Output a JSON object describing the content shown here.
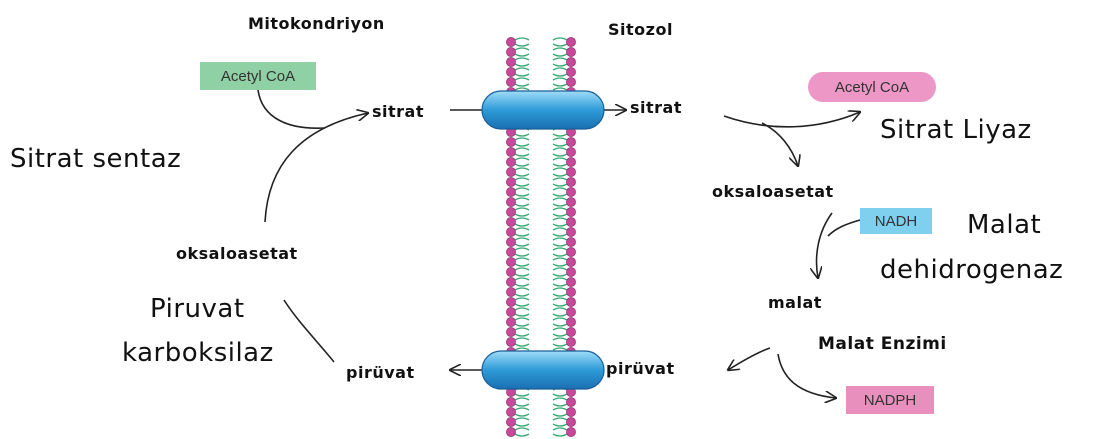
{
  "compartments": {
    "mitochondrion": "Mitokondriyon",
    "cytosol": "Sitozol"
  },
  "metabolites": {
    "citrate_mito": "sitrat",
    "citrate_cyto": "sitrat",
    "oxaloacetate_mito": "oksaloasetat",
    "oxaloacetate_cyto": "oksaloasetat",
    "malate": "malat",
    "pyruvate_mito": "pirüvat",
    "pyruvate_cyto": "pirüvat"
  },
  "cofactors": {
    "acetyl_coa_mito": "Acetyl CoA",
    "acetyl_coa_cyto": "Acetyl CoA",
    "nadh": "NADH",
    "nadph": "NADPH"
  },
  "enzymes": {
    "citrate_synthase": "Sitrat sentaz",
    "citrate_lyase": "Sitrat Liyaz",
    "malate_dehydrogenase_line1": "Malat",
    "malate_dehydrogenase_line2": "dehidrogenaz",
    "malic_enzyme": "Malat Enzimi",
    "pyruvate_carboxylase_line1": "Piruvat",
    "pyruvate_carboxylase_line2": "karboksilaz"
  },
  "colors": {
    "acetyl_coa_mito_bg": "#8fd0a4",
    "acetyl_coa_cyto_bg": "#ec97c6",
    "nadh_bg": "#7fd0ee",
    "nadph_bg": "#e98fbe",
    "phospholipid_head": "#c8489a",
    "lipid_tail": "#38a872",
    "transporter": "#2e9ad8"
  }
}
